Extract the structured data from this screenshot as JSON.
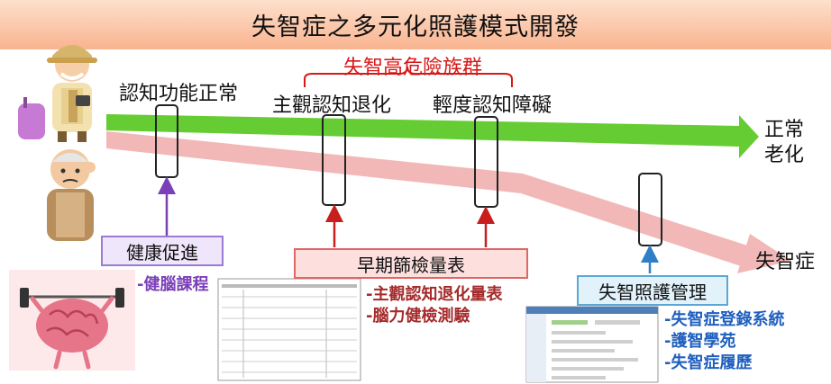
{
  "title": "失智症之多元化照護模式開發",
  "risk_group": "失智高危險族群",
  "stages": {
    "normal_cognition": "認知功能正常",
    "subjective_decline": "主觀認知退化",
    "mild_impairment": "輕度認知障礙"
  },
  "outcomes": {
    "normal_aging_line1": "正常",
    "normal_aging_line2": "老化",
    "dementia": "失智症"
  },
  "interventions": {
    "health_promotion": {
      "label": "健康促進",
      "items": [
        "-健腦課程"
      ],
      "color": "#7b3fb8"
    },
    "early_screening": {
      "label": "早期篩檢量表",
      "items": [
        "-主觀認知退化量表",
        "-腦力健檢測驗"
      ],
      "color": "#a52a2a"
    },
    "dementia_care": {
      "label": "失智照護管理",
      "items": [
        "-失智症登錄系統",
        "-護智學苑",
        "-失智症履歷"
      ],
      "color": "#1f5fbf"
    }
  },
  "colors": {
    "title_bg_top": "#fde0cc",
    "title_bg_bottom": "#f9b38f",
    "normal_arrow": "#66cc33",
    "dementia_arrow": "#f2b8b8",
    "risk_red": "#d81818",
    "purple_box_bg": "#efe6fb",
    "purple_box_border": "#9a7bd1",
    "red_box_bg": "#fde0de",
    "red_box_border": "#e06666",
    "blue_box_bg": "#e2f2fb",
    "blue_box_border": "#5aa7d6"
  },
  "icons": {
    "elderly_traveler": "elderly-traveler-icon",
    "elderly_worried": "elderly-worried-icon",
    "brain_weightlifting": "brain-weightlifting-icon"
  }
}
